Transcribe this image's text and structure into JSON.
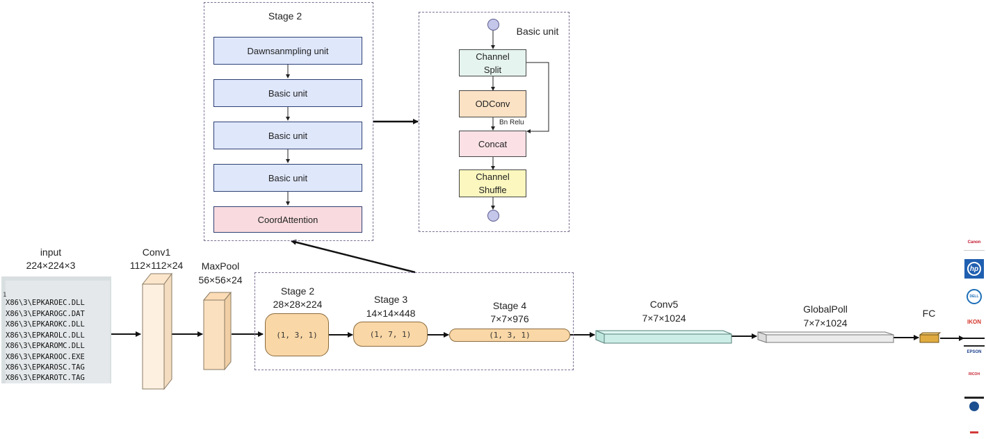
{
  "stage2_detail": {
    "title": "Stage 2",
    "blocks": [
      "Dawnsanmpling unit",
      "Basic unit",
      "Basic unit",
      "Basic unit",
      "CoordAttention"
    ]
  },
  "basic_unit": {
    "title": "Basic unit",
    "channel_split": "Channel Split",
    "odconv": "ODConv",
    "bn_relu": "Bn Relu",
    "concat": "Concat",
    "channel_shuffle": "Channel Shuffle"
  },
  "pipeline": {
    "input": {
      "name": "input",
      "size": "224×224×3"
    },
    "conv1": {
      "name": "Conv1",
      "size": "112×112×24"
    },
    "maxpool": {
      "name": "MaxPool",
      "size": "56×56×24"
    },
    "stage2": {
      "name": "Stage 2",
      "size": "28×28×224",
      "params": "(1, 3, 1)"
    },
    "stage3": {
      "name": "Stage 3",
      "size": "14×14×448",
      "params": "(1, 7, 1)"
    },
    "stage4": {
      "name": "Stage 4",
      "size": "7×7×976",
      "params": "(1, 3, 1)"
    },
    "conv5": {
      "name": "Conv5",
      "size": "7×7×1024"
    },
    "globalpool": {
      "name": "GlobalPoll",
      "size": "7×7×1024"
    },
    "fc": {
      "name": "FC"
    }
  },
  "input_files": [
    "X86\\3\\EPKAROEC.DLL",
    "X86\\3\\EPKAROGC.DAT",
    "X86\\3\\EPKAROKC.DLL",
    "X86\\3\\EPKAROLC.DLL",
    "X86\\3\\EPKAROMC.DLL",
    "X86\\3\\EPKAROOC.EXE",
    "X86\\3\\EPKAROSC.TAG",
    "X86\\3\\EPKAROTC.TAG"
  ],
  "output_logos": [
    "Canon",
    "hp",
    "DELL",
    "IKON",
    "EPSON",
    "RICOH",
    "",
    ""
  ],
  "colors": {
    "block_blue": "#dfe7fb",
    "block_pink": "#f9dbdf",
    "split": "#e6f4ef",
    "odconv": "#fbe2c4",
    "concat": "#fbe1e6",
    "shuffle": "#fbf7bf",
    "stage": "#f9d7a6",
    "conv5": "#cdeee6",
    "globalpool": "#ebebeb",
    "fc": "#e0ab40",
    "border_dash": "#7a6f92"
  }
}
